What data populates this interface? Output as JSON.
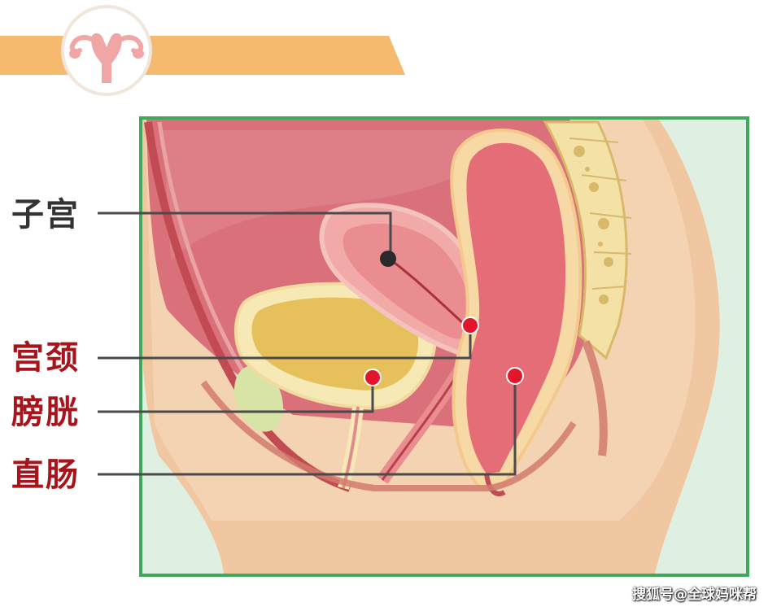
{
  "colors": {
    "banner": "#f6ba6e",
    "frame": "#3fa85a",
    "frame_fill": "#dff0e2",
    "skin": "#f0c7a0",
    "cavity": "#d9707a",
    "uterus": "#e98d91",
    "bladder": "#e6c05a",
    "rectum": "#e46d78",
    "spine": "#f3e1a6",
    "marker_red": "#e3152b",
    "marker_dark": "#2a2a2a",
    "label_dark": "#333333",
    "label_red": "#a8141c"
  },
  "header": {
    "icon": "uterus-icon"
  },
  "labels": {
    "uterus": "子宫",
    "cervix": "宫颈",
    "bladder": "膀胱",
    "rectum": "直肠"
  },
  "watermark": "搜狐号@全球妈咪帮"
}
